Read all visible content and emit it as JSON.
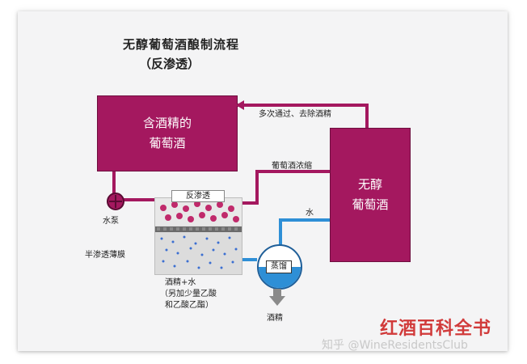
{
  "title": "无醇葡萄酒酿制流程",
  "subtitle": "（反渗透）",
  "boxes": {
    "alcoholic_wine": "含酒精的\n葡萄酒",
    "non_alcoholic_wine": "无醇\n葡萄酒"
  },
  "labels": {
    "multi_pass": "多次通过、去除酒精",
    "concentrate": "葡萄酒浓缩",
    "water": "水",
    "pump": "水泵",
    "membrane": "半渗透薄膜",
    "reverse_osmosis": "反渗透",
    "alcohol_water": "酒精+水",
    "additives_1": "（另加少量乙酸",
    "additives_2": "和乙酸乙酯）",
    "distill": "蒸馏",
    "alcohol": "酒精"
  },
  "watermark": {
    "logo": "红酒百科全书",
    "text": "知乎 @WineResidentsClub"
  },
  "colors": {
    "wine": "#a4185f",
    "water": "#2e8fd6"
  }
}
